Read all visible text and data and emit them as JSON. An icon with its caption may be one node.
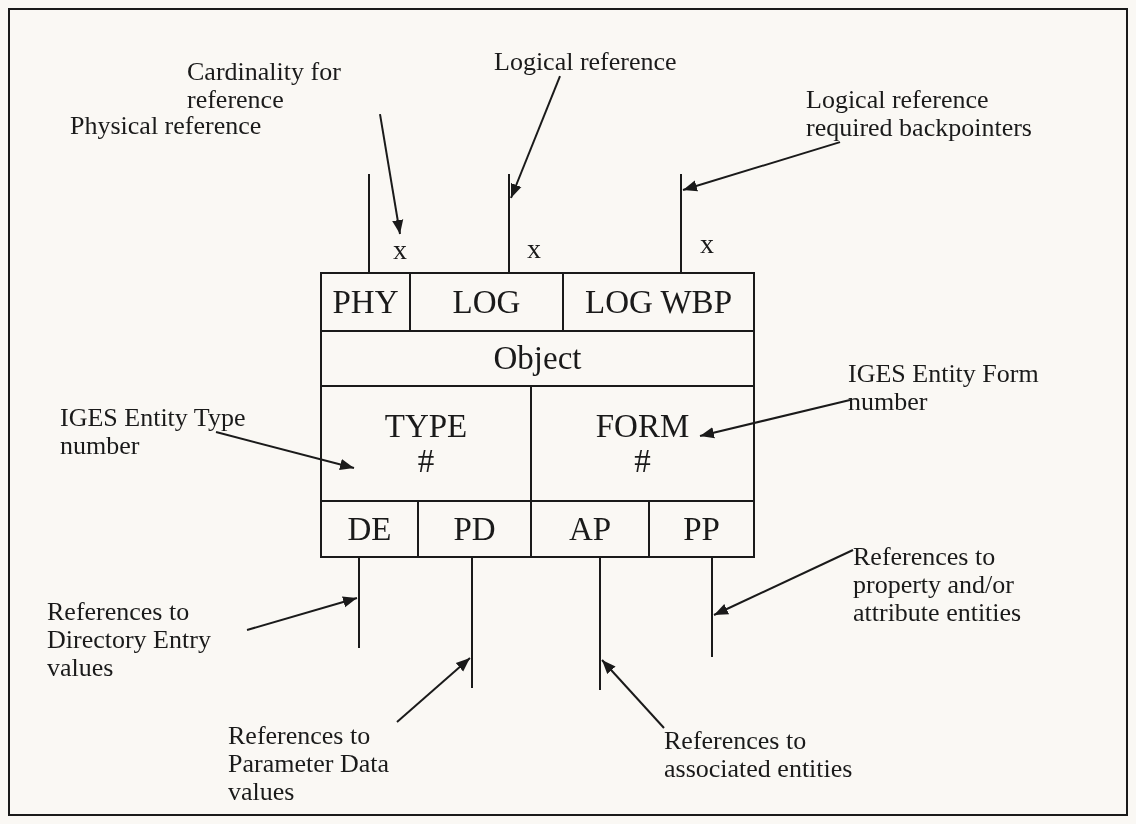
{
  "diagram": {
    "nodes": [
      {
        "text": [
          "Cardinality for reference"
        ]
      },
      {
        "text": [
          "Logical reference"
        ]
      },
      {
        "text": [
          "Logical reference required backpointers"
        ]
      },
      {
        "text": [],
        "shape": "line"
      },
      {
        "text": [],
        "shape": "line"
      },
      {
        "text": [],
        "shape": "line"
      },
      {
        "text": [
          "x"
        ]
      },
      {
        "text": [
          "PHY"
        ]
      },
      {
        "text": [
          "LOG"
        ]
      },
      {
        "text": [
          "LOG WBP"
        ]
      },
      {
        "text": [
          "Object"
        ]
      },
      {
        "text": [
          "IGES Entity Type number"
        ]
      },
      {
        "text": [
          "IGES Entity Form number"
        ]
      },
      {
        "text": [
          "TYPE #"
        ]
      },
      {
        "text": [
          "FORM #"
        ]
      },
      {
        "text": [
          "DE"
        ]
      },
      {
        "text": [
          "PD"
        ]
      },
      {
        "text": [
          "AP"
        ]
      },
      {
        "text": [
          "PP"
        ]
      },
      {
        "text": [
          "References to property and/or attribute entities"
        ]
      },
      {
        "text": [],
        "shape": "line"
      },
      {
        "text": [],
        "shape": "line"
      },
      {
        "text": [],
        "shape": "line"
      },
      {
        "text": [],
        "shape": "line"
      },
      {
        "text": [
          "References to Directory Entry values"
        ]
      },
      {
        "text": [
          "References to Parameter Data values"
        ]
      },
      {
        "text": [
          "References to associated entities"
        ]
      }
    ],
    "edges": [
      {
        "from": 0,
        "to": 6,
        "arrow": "to"
      },
      {
        "from": 1,
        "to": 4,
        "arrow": "to"
      },
      {
        "from": 2,
        "to": 5,
        "arrow": "to"
      },
      {
        "from": 11,
        "to": 13,
        "arrow": "to"
      },
      {
        "from": 12,
        "to": 14,
        "arrow": "to"
      },
      {
        "from": 24,
        "to": 20,
        "arrow": "to"
      },
      {
        "from": 25,
        "to": 21,
        "arrow": "to"
      },
      {
        "from": 26,
        "to": 22,
        "arrow": "to"
      },
      {
        "from": 19,
        "to": 23,
        "arrow": "to"
      }
    ],
    "labels": [
      "Physical reference",
      "x",
      "x"
    ]
  }
}
